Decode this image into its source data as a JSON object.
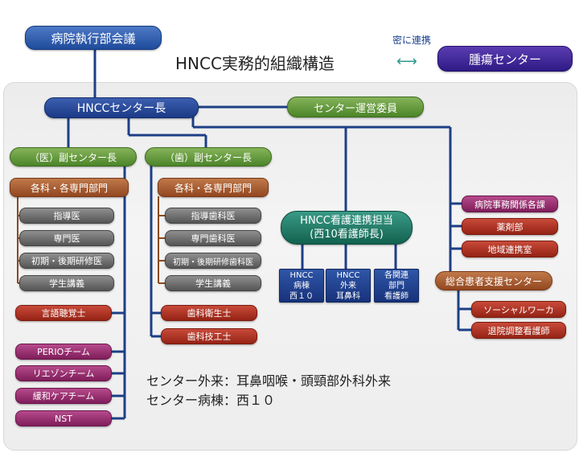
{
  "title": "HNCC実務的組織構造",
  "exec_council": "病院執行部会議",
  "tumor_center": "腫瘍センター",
  "link_note": "密に連携",
  "arrow_icon": "double-arrow",
  "director": "HNCCセンター長",
  "committee": "センター運営委員",
  "med_deputy": {
    "title": "（医）副センター長",
    "dept": "各科・各専門部門",
    "items": [
      "指導医",
      "専門医",
      "初期・後期研修医",
      "学生講義"
    ],
    "staff": "言語聴覚士",
    "teams": [
      "PERIOチーム",
      "リエゾンチーム",
      "緩和ケアチーム",
      "NST"
    ]
  },
  "dent_deputy": {
    "title": "（歯）副センター長",
    "dept": "各科・各専門部門",
    "items": [
      "指導歯科医",
      "専門歯科医",
      "初期・後期研修歯科医",
      "学生講義"
    ],
    "staff": [
      "歯科衛生士",
      "歯科技工士"
    ]
  },
  "nursing": {
    "title_line1": "HNCC看護連携担当",
    "title_line2": "(西10看護師長)",
    "units": [
      [
        "HNCC",
        "病棟",
        "西１０"
      ],
      [
        "HNCC",
        "外来",
        "耳鼻科"
      ],
      [
        "各関連",
        "部門",
        "看護師"
      ]
    ]
  },
  "right_units": [
    "病院事務関係各課",
    "薬剤部",
    "地域連携室"
  ],
  "support_center": {
    "title": "総合患者支援センター",
    "items": [
      "ソーシャルワーカ",
      "退院調整看護師"
    ]
  },
  "info_lines": [
    "センター外来：耳鼻咽喉・頭頸部外科外来",
    "センター病棟：西１０"
  ],
  "colors": {
    "blue": "#1f4b9c",
    "purple": "#2f1a85",
    "green": "#4c8529",
    "teal": "#11624f",
    "brown": "#934720",
    "gray": "#555555",
    "red": "#952314",
    "magenta": "#7f1d5a"
  }
}
